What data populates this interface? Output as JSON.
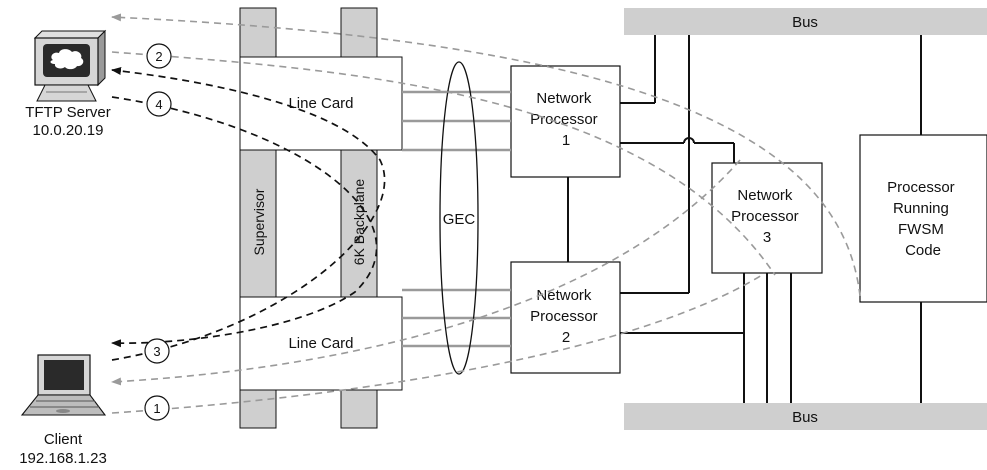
{
  "tftp_server": {
    "name": "TFTP Server",
    "ip": "10.0.20.19"
  },
  "client": {
    "name": "Client",
    "ip": "192.168.1.23"
  },
  "line_card_top": "Line Card",
  "line_card_bottom": "Line Card",
  "supervisor": "Supervisor",
  "backplane": "6K Backplane",
  "gec": "GEC",
  "bus_top": "Bus",
  "bus_bottom": "Bus",
  "np1": [
    "Network",
    "Processor",
    "1"
  ],
  "np2": [
    "Network",
    "Processor",
    "2"
  ],
  "np3": [
    "Network",
    "Processor",
    "3"
  ],
  "fwsm": [
    "Processor",
    "Running",
    "FWSM",
    "Code"
  ],
  "steps": [
    "1",
    "2",
    "3",
    "4"
  ],
  "colors": {
    "gray_fill": "#cfcfcf",
    "line": "#111111",
    "gray_path": "#9a9a9a",
    "black_path": "#111111"
  }
}
